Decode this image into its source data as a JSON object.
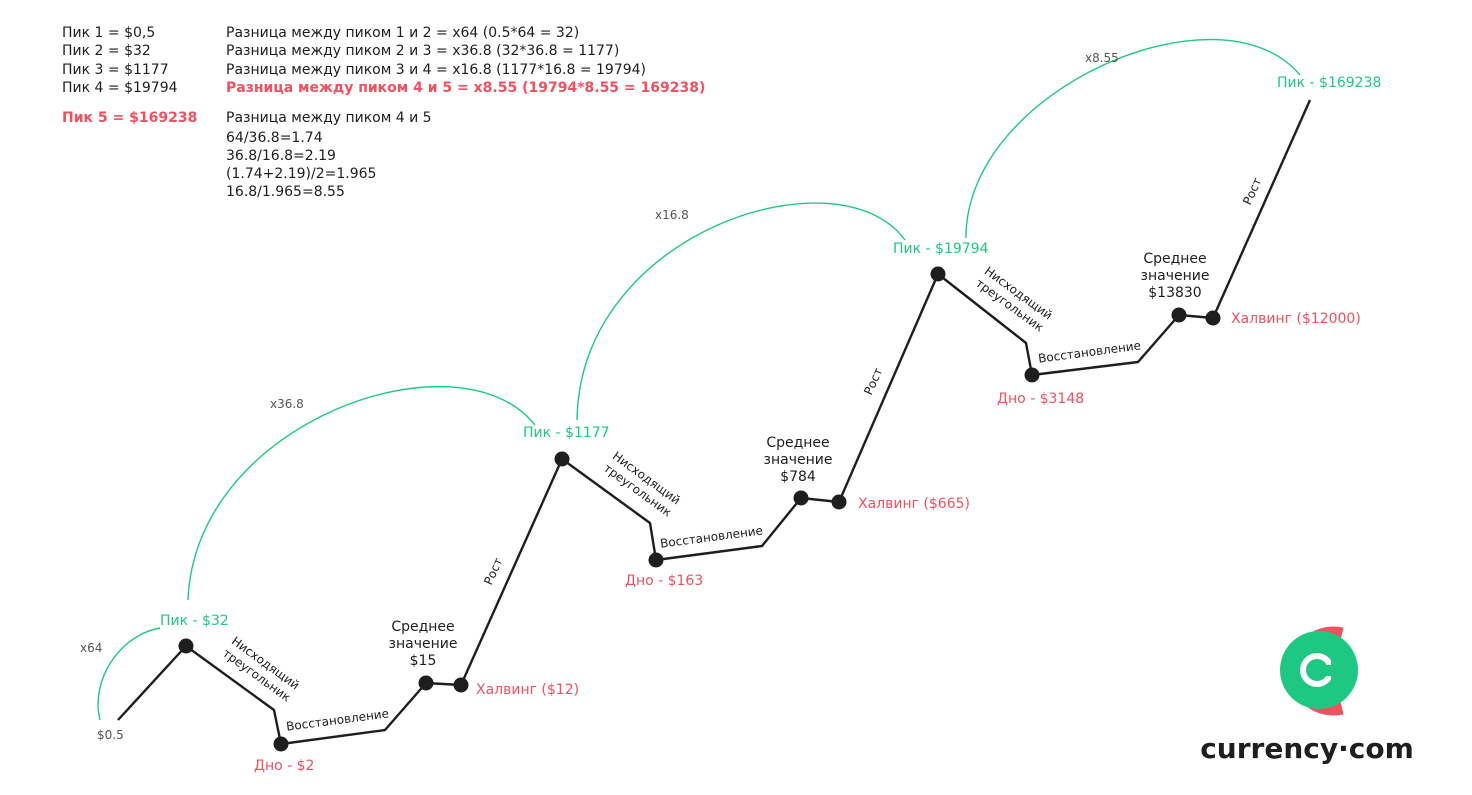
{
  "colors": {
    "green": "#1ec882",
    "red": "#f0505f",
    "dark": "#1e1e1e"
  },
  "notes": {
    "peaks": [
      "Пик 1 = $0,5",
      "Пик 2 = $32",
      "Пик 3 = $1177",
      "Пик 4 = $19794"
    ],
    "diffs": [
      "Разница между пиком 1 и 2 = x64 (0.5*64 = 32)",
      "Разница между пиком 2 и 3 = x36.8 (32*36.8 = 1177)",
      "Разница между пиком 3 и 4 = x16.8 (1177*16.8 = 19794)"
    ],
    "diff_highlight": "Разница между пиком 4 и 5 = x8.55 (19794*8.55 = 169238)",
    "peak5": "Пик 5 = $169238",
    "calc_title": "Разница между пиком 4 и 5",
    "calc_lines": [
      "64/36.8=1.74",
      "36.8/16.8=2.19",
      "(1.74+2.19)/2=1.965",
      "16.8/1.965=8.55"
    ]
  },
  "labels": {
    "start": "$0.5",
    "peak_2": "Пик - $32",
    "peak_3": "Пик - $1177",
    "peak_4": "Пик - $19794",
    "peak_5": "Пик - $169238",
    "bottom_1": "Дно - $2",
    "bottom_2": "Дно - $163",
    "bottom_3": "Дно - $3148",
    "halving_1": "Халвинг ($12)",
    "halving_2": "Халвинг ($665)",
    "halving_3": "Халвинг ($12000)",
    "avg_word1": "Среднее",
    "avg_word2": "значение",
    "avg_1": "$15",
    "avg_2": "$784",
    "avg_3": "$13830",
    "triangle_word1": "Нисходящий",
    "triangle_word2": "треугольник",
    "recovery": "Восстановление",
    "growth": "Рост"
  },
  "multipliers": [
    "x64",
    "x36.8",
    "x16.8",
    "x8.55"
  ],
  "brand": "currency·com"
}
